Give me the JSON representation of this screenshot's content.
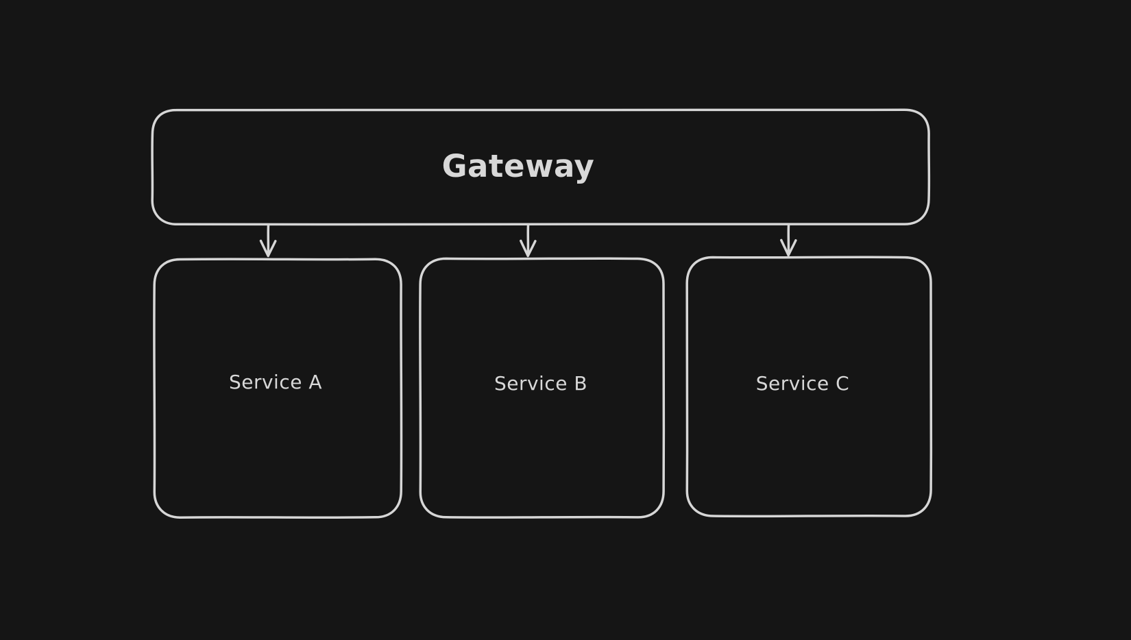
{
  "diagram": {
    "background_color": "#151515",
    "stroke_color": "#d6d6d6",
    "text_color": "#d8d8d8",
    "nodes": [
      {
        "id": "gateway",
        "label": "Gateway",
        "shape": "rounded-rectangle"
      },
      {
        "id": "service-a",
        "label": "Service A",
        "shape": "rounded-rectangle"
      },
      {
        "id": "service-b",
        "label": "Service B",
        "shape": "rounded-rectangle"
      },
      {
        "id": "service-c",
        "label": "Service C",
        "shape": "rounded-rectangle"
      }
    ],
    "edges": [
      {
        "from": "Gateway",
        "to": "Service A",
        "type": "arrow-down"
      },
      {
        "from": "Gateway",
        "to": "Service B",
        "type": "arrow-down"
      },
      {
        "from": "Gateway",
        "to": "Service C",
        "type": "arrow-down"
      }
    ]
  }
}
